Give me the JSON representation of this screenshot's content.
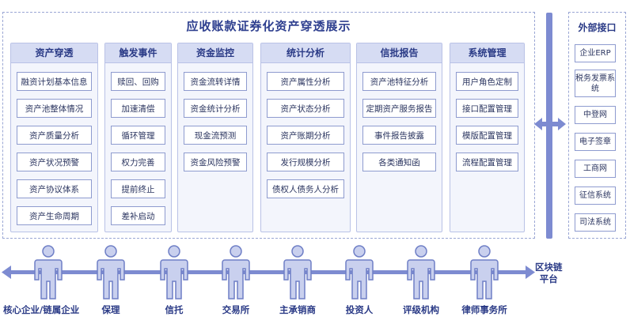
{
  "title": "应收账款证券化资产穿透展示",
  "columns": [
    {
      "heading": "资产穿透",
      "items": [
        "融资计划基本信息",
        "资产池整体情况",
        "资产质量分析",
        "资产状况预警",
        "资产协议体系",
        "资产生命周期"
      ]
    },
    {
      "heading": "触发事件",
      "items": [
        "赎回、回购",
        "加速清偿",
        "循环管理",
        "权力完善",
        "提前终止",
        "差补启动"
      ]
    },
    {
      "heading": "资金监控",
      "items": [
        "资金流转详情",
        "资金统计分析",
        "现金流预测",
        "资金风险预警"
      ]
    },
    {
      "heading": "统计分析",
      "items": [
        "资产属性分析",
        "资产状态分析",
        "资产账期分析",
        "发行规模分析",
        "债权人债务人分析"
      ]
    },
    {
      "heading": "信批报告",
      "items": [
        "资产池特征分析",
        "定期资产服务报告",
        "事件报告披露",
        "各类通知函"
      ]
    },
    {
      "heading": "系统管理",
      "items": [
        "用户角色定制",
        "接口配置管理",
        "模版配置管理",
        "流程配置管理"
      ]
    }
  ],
  "external": {
    "title": "外部接口",
    "items": [
      "企业ERP",
      "税务发票系统",
      "中登网",
      "电子签章",
      "工商网",
      "征信系统",
      "司法系统"
    ]
  },
  "participants": [
    "核心企业/链属企业",
    "保理",
    "信托",
    "交易所",
    "主承销商",
    "投资人",
    "评级机构",
    "律师事务所"
  ],
  "platform_label": [
    "区块链",
    "平台"
  ],
  "colors": {
    "accent": "#7d8bd1",
    "header_bg": "#d6dcf3",
    "border": "#8e9bcf"
  }
}
